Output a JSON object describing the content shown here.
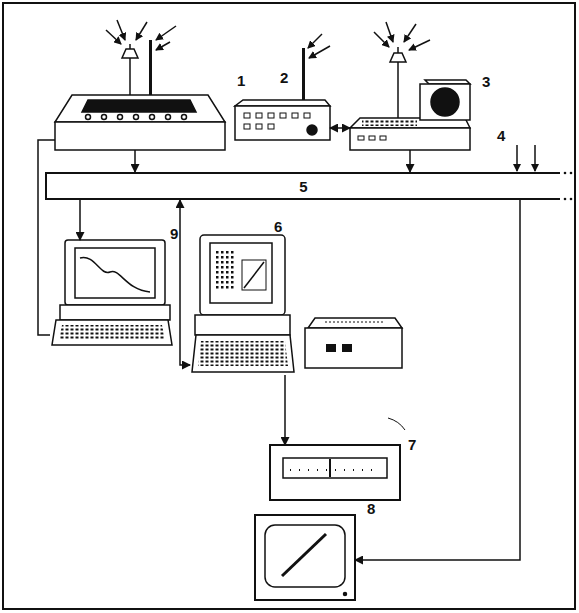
{
  "diagram": {
    "nodes": [
      {
        "text": [
          "1"
        ]
      },
      {
        "text": [
          "2"
        ]
      },
      {
        "text": [
          "3"
        ]
      },
      {
        "text": [
          "5"
        ]
      },
      {
        "text": [
          "9"
        ]
      },
      {
        "text": [
          "6"
        ]
      },
      {
        "text": [
          "7"
        ]
      },
      {
        "text": [
          "8"
        ]
      }
    ],
    "edges": [
      {
        "from": 0,
        "to": 3,
        "arrow": "to"
      },
      {
        "from": 1,
        "to": 2,
        "arrow": "both"
      },
      {
        "from": 2,
        "to": 3,
        "arrow": "to"
      },
      {
        "from": 3,
        "to": 5,
        "arrow": "both"
      },
      {
        "from": 3,
        "to": 4,
        "arrow": "to"
      },
      {
        "from": 0,
        "to": 4,
        "arrow": "none"
      },
      {
        "from": 5,
        "to": 6,
        "arrow": "to"
      },
      {
        "from": 3,
        "to": 7,
        "arrow": "to"
      }
    ],
    "labels": [
      "4"
    ]
  }
}
